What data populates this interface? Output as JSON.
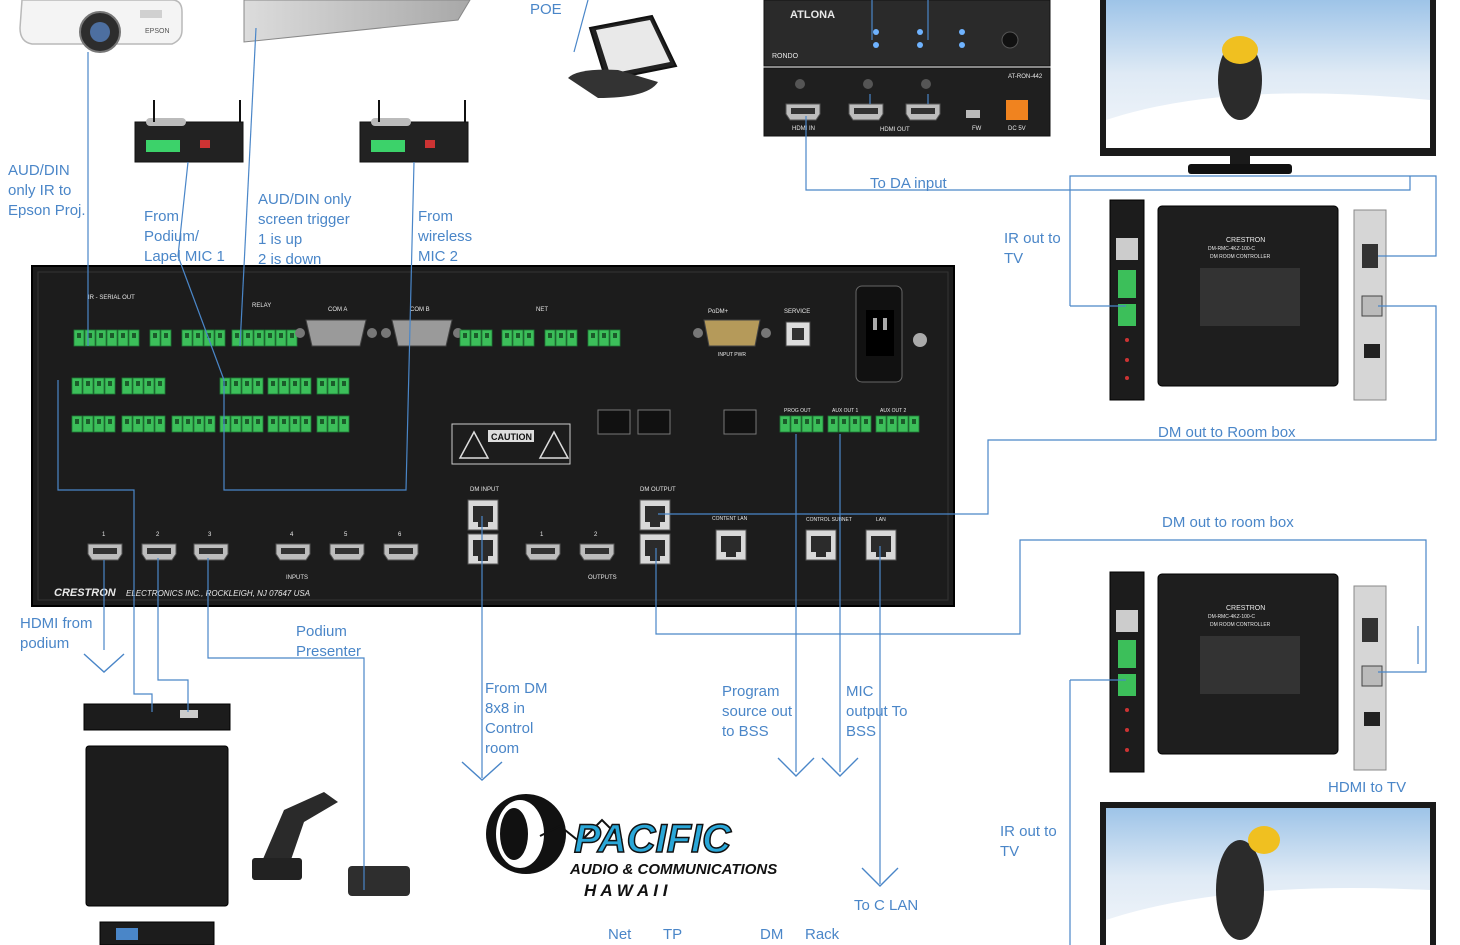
{
  "labels": {
    "poe": "POE",
    "aud_din_ir": "AUD/DIN\nonly IR to\nEpson Proj.",
    "from_podium_mic1": "From\nPodium/\nLapel MIC 1",
    "aud_din_screen": "AUD/DIN only\nscreen trigger\n1 is up\n2 is down",
    "from_wireless_mic2": "From\nwireless\nMIC 2",
    "to_da_input": "To DA input",
    "ir_out_tv_1": "IR out to\nTV",
    "dm_out_room_box_1": "DM out to Room box",
    "dm_out_room_box_2": "DM out to room box",
    "hdmi_from_podium": "HDMI from\npodium",
    "podium_presenter": "Podium\nPresenter",
    "from_dm_8x8": "From DM\n8x8 in\nControl\nroom",
    "program_source_out": "Program\nsource out\nto BSS",
    "mic_output_bss": "MIC\noutput To\nBSS",
    "to_c_lan": "To C LAN",
    "hdmi_to_tv": "HDMI to TV",
    "ir_out_tv_2": "IR out to\nTV"
  },
  "footer_tabs": [
    "Net",
    "TP",
    "DM",
    "Rack"
  ],
  "logo": {
    "line1": "PACIFIC",
    "line2": "AUDIO & COMMUNICATIONS",
    "line3": "H A W A I I"
  },
  "devices": {
    "crestron_brand": "CRESTRON",
    "crestron_address": "ELECTRONICS INC., ROCKLEIGH, NJ 07647 USA",
    "atlona_brand": "ATLONA",
    "atlona_model": "AT-RON-442",
    "atlona_series": "RONDO",
    "atlona_hdmi_in": "HDMI IN",
    "atlona_hdmi_out": "HDMI OUT",
    "atlona_fw": "FW",
    "atlona_dc": "DC 5V",
    "dm_rmc_brand": "CRESTRON",
    "dm_rmc_model": "DM-RMC-4KZ-100-C",
    "dm_rmc_sub": "DM ROOM CONTROLLER",
    "epson_brand": "EPSON",
    "caution": "CAUTION",
    "dm_input": "DM INPUT",
    "dm_output": "DM OUTPUT",
    "content_lan": "CONTENT LAN",
    "control_subnet": "CONTROL SUBNET",
    "lan": "LAN",
    "inputs": "INPUTS",
    "outputs": "OUTPUTS",
    "net": "NET",
    "service": "SERVICE",
    "podm": "PoDM+",
    "input_pwr": "INPUT PWR",
    "com_a": "COM A",
    "com_b": "COM B",
    "relay": "RELAY",
    "ir_serial_out": "IR - SERIAL OUT",
    "prog_out": "PROG OUT",
    "aux_out1": "AUX OUT 1",
    "aux_out2": "AUX OUT 2",
    "hdmi_in_ports": [
      "1",
      "2",
      "3",
      "4",
      "5",
      "6"
    ],
    "hdmi_out_ports": [
      "1",
      "2"
    ]
  },
  "colors": {
    "wire": "#4a86c8",
    "label": "#4a86c8",
    "chassis": "#1c1c1c",
    "terminal": "#3cbf5a",
    "logo_blue": "#2aa7d8"
  }
}
